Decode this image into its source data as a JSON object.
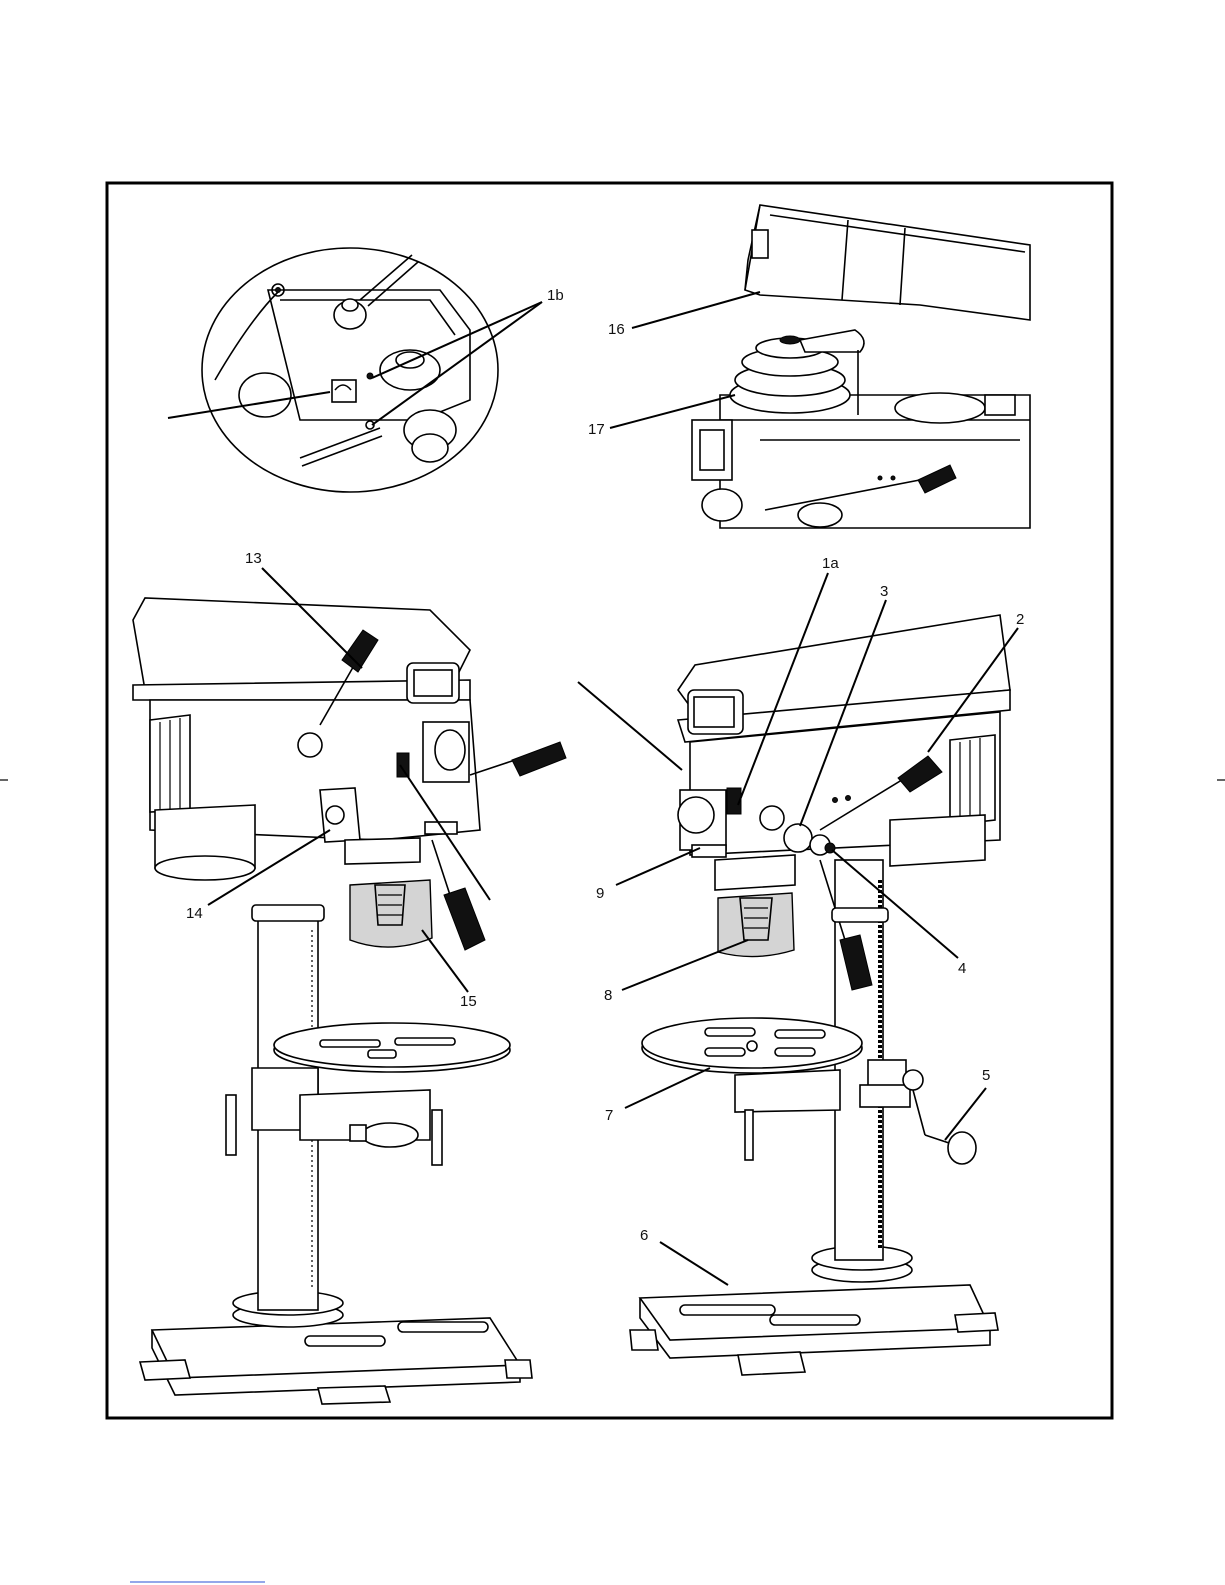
{
  "labels": {
    "l16": "16",
    "l17": "17",
    "l1b": "1b",
    "l13": "13",
    "l1a": "1a",
    "l3": "3",
    "l2": "2",
    "l14": "14",
    "l15": "15",
    "l9": "9",
    "l8": "8",
    "l4": "4",
    "l5": "5",
    "l7": "7",
    "l6": "6"
  },
  "colors": {
    "line": "#000000",
    "guard": "#c9c9c9",
    "background": "#ffffff"
  }
}
